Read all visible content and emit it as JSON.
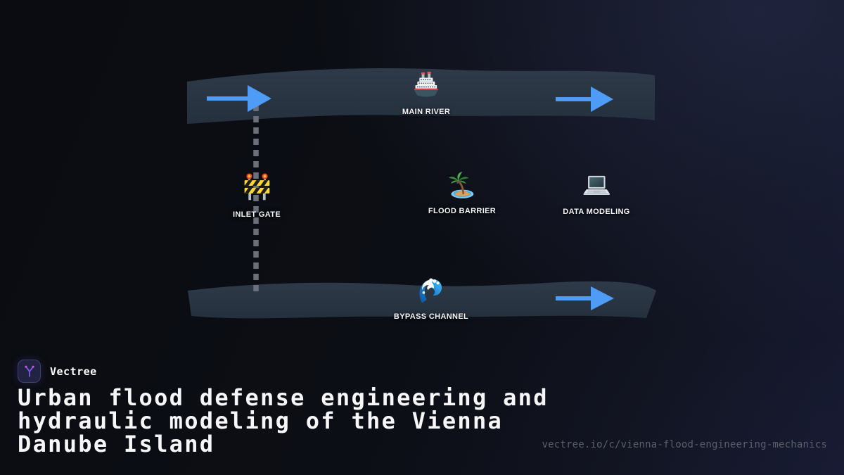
{
  "diagram": {
    "band_color": "#2a3543",
    "arrow_color": "#4f9cf7",
    "connector_color": "#6b707a",
    "nodes": [
      {
        "id": "main-river",
        "label": "MAIN RIVER",
        "icon": "ship-icon"
      },
      {
        "id": "inlet-gate",
        "label": "INLET GATE",
        "icon": "construction-barrier-icon"
      },
      {
        "id": "flood-barrier",
        "label": "FLOOD BARRIER",
        "icon": "desert-island-icon"
      },
      {
        "id": "data-modeling",
        "label": "DATA MODELING",
        "icon": "laptop-icon"
      },
      {
        "id": "bypass-channel",
        "label": "BYPASS CHANNEL",
        "icon": "wave-icon"
      }
    ]
  },
  "footer": {
    "brand": {
      "name": "Vectree",
      "logo_icon": "vectree-logo-icon",
      "accent": "#7d55e6",
      "dot_accent": "#c65ddb"
    },
    "title_lines": [
      "Urban flood defense engineering and",
      "hydraulic modeling of the Vienna",
      "Danube Island"
    ],
    "url": "vectree.io/c/vienna-flood-engineering-mechanics"
  }
}
